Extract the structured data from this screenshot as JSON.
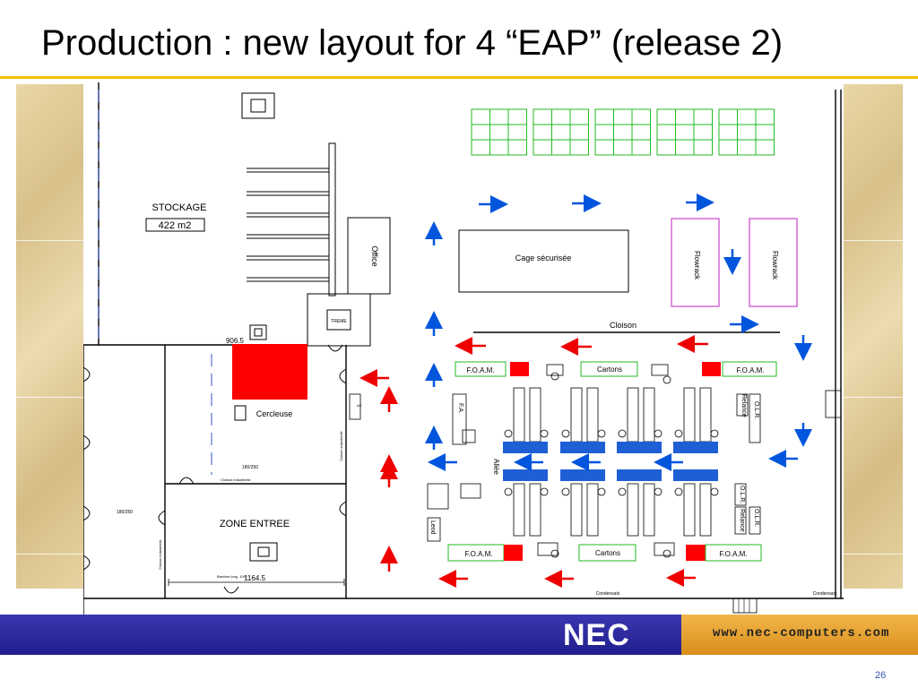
{
  "slide": {
    "title": "Production : new layout for 4 “EAP” (release 2)",
    "page_number": "26"
  },
  "footer": {
    "logo": "NEC",
    "url": "www.nec-computers.com"
  },
  "floorplan": {
    "stockage_label": "STOCKAGE",
    "stockage_area": "422  m2",
    "office_label": "Office",
    "cage_label": "Cage sécurisée",
    "flowrack_label": "Flowrack",
    "cloison_label": "Cloison",
    "treme_label": "TREME",
    "dim_top": "906.5",
    "cercleuse_label": "Cercleuse",
    "zone_entree_label": "ZONE  ENTREE",
    "dim_bottom": "1164.5",
    "foam_label": "F.O.A.M.",
    "cartons_label": "Cartons",
    "fa_label": "F.A.",
    "olr_label": "O.L.R.",
    "relance_label": "Relance",
    "allee_label": "Allée",
    "leod_label": "Leod",
    "small_180_250": "180/250",
    "cloison_industrielle": "Cloison industrielle",
    "barriere": "Barrière long. 100",
    "condensats": "Condensats",
    "ac_label": "AC",
    "colors": {
      "red": "#ff0000",
      "blue": "#0055dd",
      "green": "#22bb22",
      "magenta": "#cc44cc"
    }
  }
}
